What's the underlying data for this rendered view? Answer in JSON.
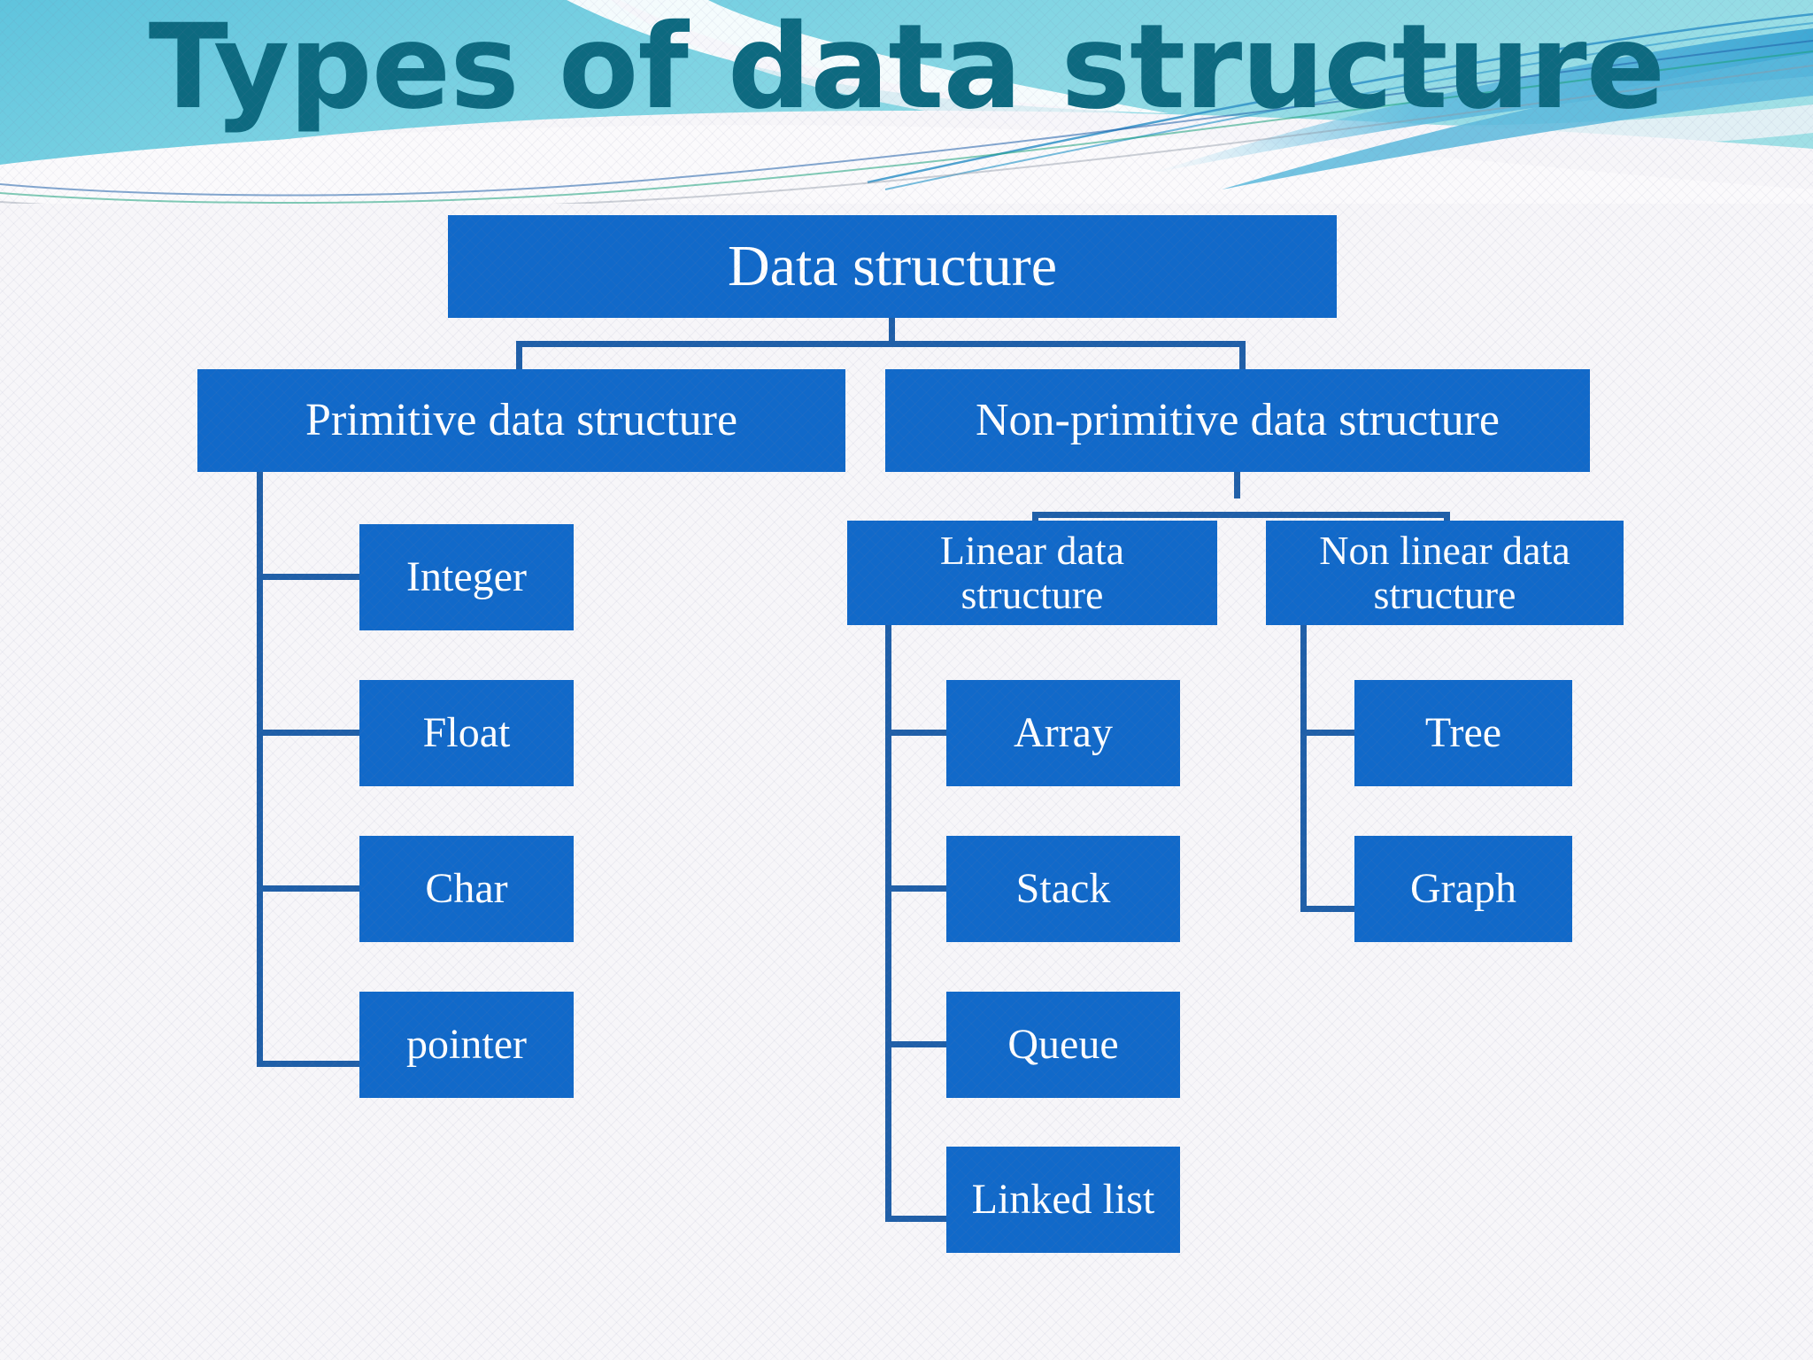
{
  "slide": {
    "title": "Types of data structure",
    "title_color": "#0d6a80",
    "background_color": "#f7f6f9",
    "node_fill_color": "#1169c9",
    "node_text_color": "#ffffff",
    "connector_color": "#1f5fa8",
    "header_colors": {
      "band_top": "#7fd2e2",
      "band_mid": "#59c0d8",
      "band_accent": "#2f9fd0",
      "band_line_green": "#19a07a",
      "band_line_blue": "#1d5fa8",
      "band_white": "#f7f6f9"
    }
  },
  "chart_data": {
    "type": "diagram",
    "title": "Types of data structure",
    "root": {
      "label": "Data structure",
      "children": [
        {
          "label": "Primitive data structure",
          "children": [
            {
              "label": "Integer"
            },
            {
              "label": "Float"
            },
            {
              "label": "Char"
            },
            {
              "label": "pointer"
            }
          ]
        },
        {
          "label": "Non-primitive data structure",
          "children": [
            {
              "label": "Linear data\nstructure",
              "children": [
                {
                  "label": "Array"
                },
                {
                  "label": "Stack"
                },
                {
                  "label": "Queue"
                },
                {
                  "label": "Linked list"
                }
              ]
            },
            {
              "label": "Non linear data\nstructure",
              "children": [
                {
                  "label": "Tree"
                },
                {
                  "label": "Graph"
                }
              ]
            }
          ]
        }
      ]
    }
  },
  "nodes": {
    "root": "Data structure",
    "primitive": "Primitive data structure",
    "non_primitive": "Non-primitive data structure",
    "linear": "Linear data\nstructure",
    "non_linear": "Non linear data\nstructure",
    "integer": "Integer",
    "float": "Float",
    "char": "Char",
    "pointer": "pointer",
    "array": "Array",
    "stack": "Stack",
    "queue": "Queue",
    "linked_list": "Linked list",
    "tree": "Tree",
    "graph": "Graph"
  }
}
